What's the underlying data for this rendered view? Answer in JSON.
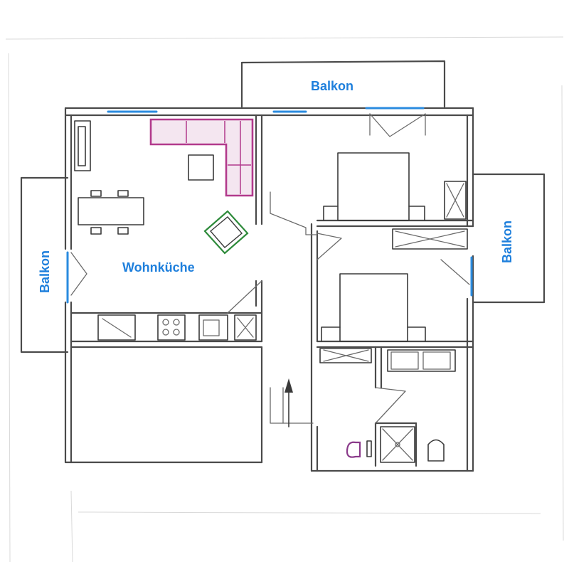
{
  "labels": {
    "balkon_top": "Balkon",
    "balkon_left": "Balkon",
    "balkon_right": "Balkon",
    "wohnkueche": "Wohnküche"
  },
  "colors": {
    "label_blue": "#1e7fdc",
    "window_blue": "#2a8bdf",
    "sofa_magenta": "#b23a8c",
    "armchair_green": "#2d8a3a",
    "toilet_purple": "#8a3a8a",
    "line_gray": "#4a4a4a"
  }
}
